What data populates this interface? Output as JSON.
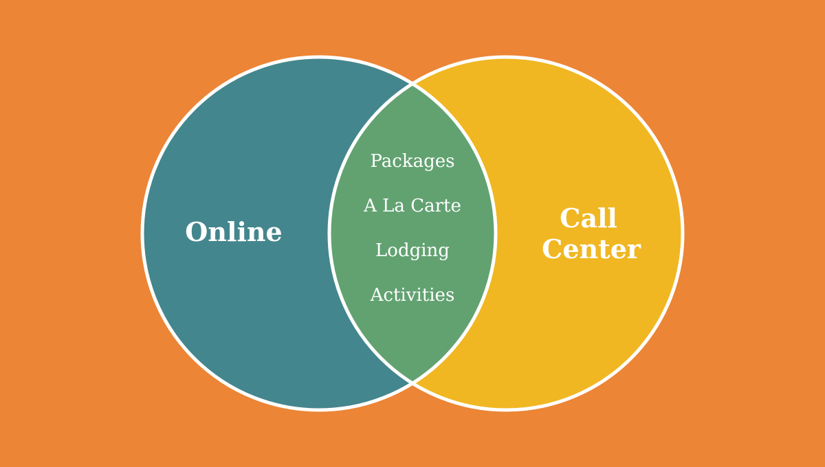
{
  "colors": {
    "background": "#EC8535",
    "left": "#44868D",
    "right": "#F0B722",
    "overlap": "#62A271",
    "stroke": "#FFFFFF"
  },
  "left_set": {
    "label": "Online"
  },
  "right_set": {
    "label_line1": "Call",
    "label_line2": "Center"
  },
  "overlap": {
    "items": [
      "Packages",
      "A La Carte",
      "Lodging",
      "Activities"
    ]
  }
}
